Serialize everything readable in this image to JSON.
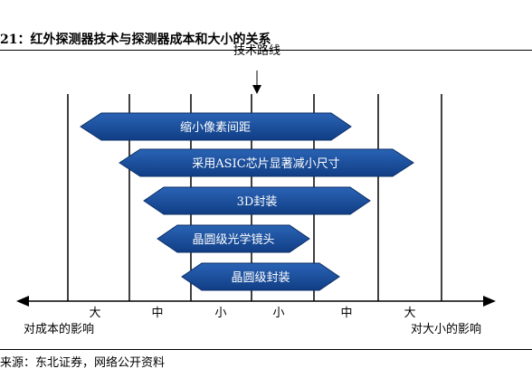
{
  "header": {
    "title": "21：红外探测器技术与探测器成本和大小的关系"
  },
  "diagram": {
    "axis_label": "技术路线",
    "technologies": [
      "缩小像素间距",
      "采用ASIC芯片显著减小尺寸",
      "3D封装",
      "晶圆级光学镜头",
      "晶圆级封装"
    ],
    "scale_ticks": [
      "大",
      "中",
      "小",
      "小",
      "中",
      "大"
    ],
    "left_axis_label": "对成本的影响",
    "right_axis_label": "对大小的影响"
  },
  "footer": {
    "source": "来源：东北证券，网络公开资料"
  },
  "colors": {
    "arrow_fill": "#1c4e98",
    "arrow_stroke": "#0d2f66",
    "text_on_arrow": "#ffffff",
    "lines": "#000000"
  }
}
